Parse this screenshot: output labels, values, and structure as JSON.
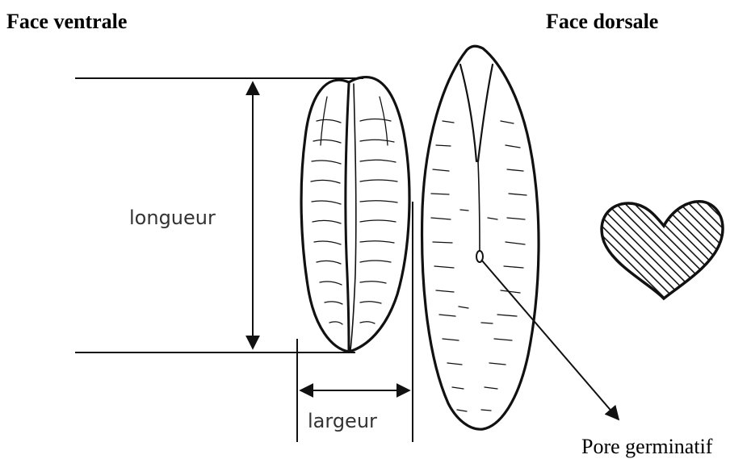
{
  "headings": {
    "left": "Face ventrale",
    "right": "Face dorsale"
  },
  "labels": {
    "length": "longueur",
    "width": "largeur",
    "germ_pore": "Pore germinatif"
  },
  "colors": {
    "ink": "#111111",
    "label_gray": "#333333",
    "background": "#ffffff"
  }
}
